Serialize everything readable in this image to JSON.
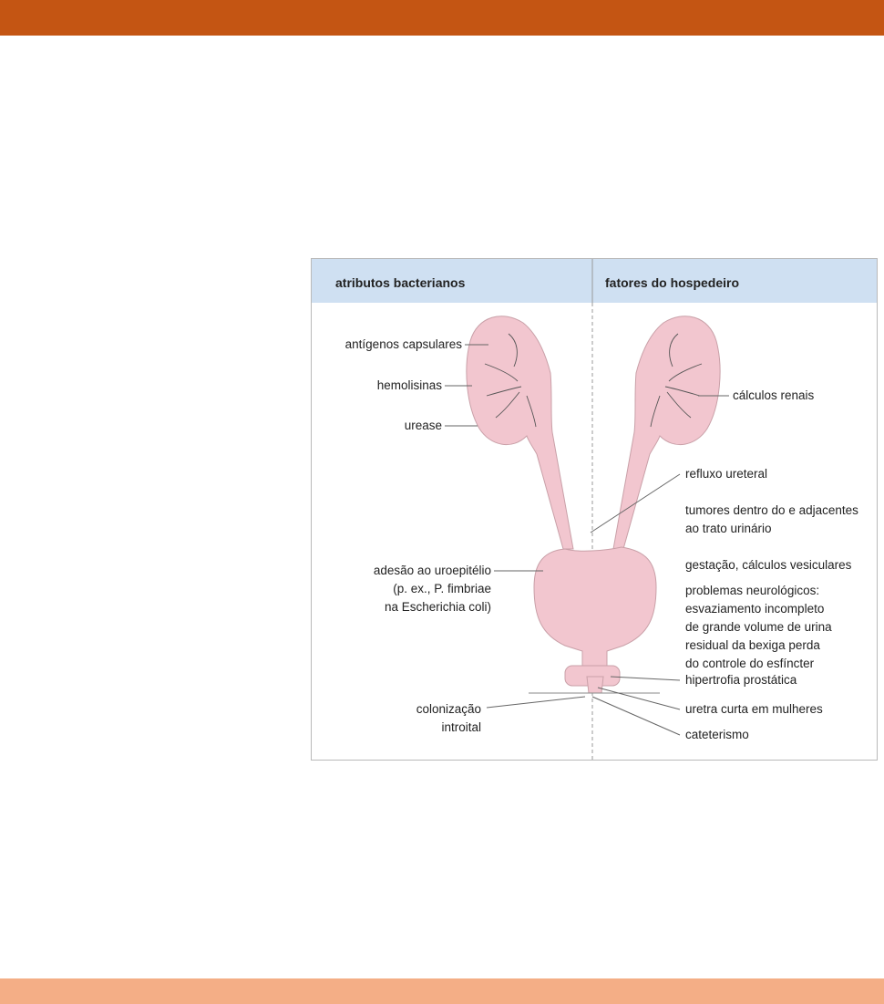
{
  "header": {
    "left": "atributos bacterianos",
    "right": "fatores do hospedeiro"
  },
  "labels": {
    "capsular": "antígenos capsulares",
    "hemolysins": "hemolisinas",
    "urease": "urease",
    "adhesion": [
      "adesão ao uroepitélio",
      "(p. ex., P. fimbriae",
      "na Escherichia coli)"
    ],
    "colonization": [
      "colonização",
      "introital"
    ],
    "renal_stones": "cálculos renais",
    "reflux": "refluxo ureteral",
    "tumors": [
      "tumores dentro do e adjacentes",
      "ao trato urinário"
    ],
    "pregnancy": "gestação, cálculos vesiculares",
    "neuro": [
      "problemas neurológicos:",
      "esvaziamento incompleto",
      "de grande volume de urina",
      "residual da bexiga perda",
      "do controle do esfíncter"
    ],
    "prostate": "hipertrofia prostática",
    "urethra": "uretra curta em mulheres",
    "catheter": "cateterismo"
  },
  "colors": {
    "top_bar": "#c45513",
    "bottom_bar": "#f4ae86",
    "header_bg": "#cfe0f2",
    "organ_fill": "#f2c6cf",
    "organ_stroke": "#c9a0a8"
  }
}
